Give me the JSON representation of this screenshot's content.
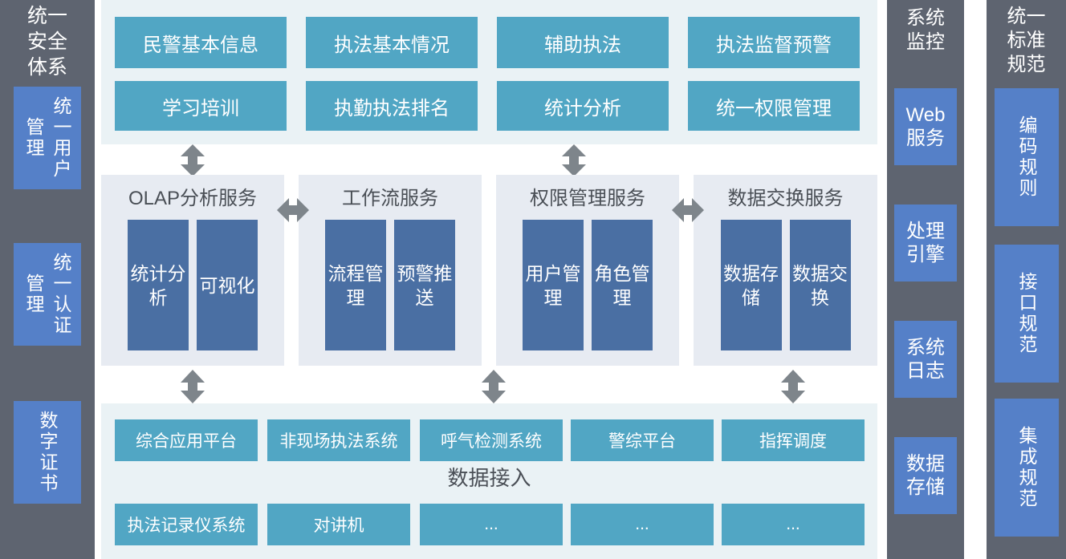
{
  "left_column": {
    "title": "统一\n安全\n体系",
    "boxes": [
      {
        "label": "统一用户管理"
      },
      {
        "label": "统一认证管理"
      },
      {
        "label": "数字证书"
      }
    ]
  },
  "monitor_column": {
    "title": "系统\n监控",
    "boxes": [
      {
        "line1": "Web",
        "line2": "服务"
      },
      {
        "line1": "处理",
        "line2": "引擎"
      },
      {
        "line1": "系统",
        "line2": "日志"
      },
      {
        "line1": "数据",
        "line2": "存储"
      }
    ]
  },
  "standard_column": {
    "title": "统一\n标准\n规范",
    "boxes": [
      {
        "label": "编码规则"
      },
      {
        "label": "接口规范"
      },
      {
        "label": "集成规范"
      }
    ]
  },
  "application_layer": {
    "row1": [
      "民警基本信息",
      "执法基本情况",
      "辅助执法",
      "执法监督预警"
    ],
    "row2": [
      "学习培训",
      "执勤执法排名",
      "统计分析",
      "统一权限管理"
    ]
  },
  "service_layer": {
    "panels": [
      {
        "title": "OLAP分析服务",
        "boxes": [
          "统计分析",
          "可视化"
        ]
      },
      {
        "title": "工作流服务",
        "boxes": [
          "流程管理",
          "预警推送"
        ]
      },
      {
        "title": "权限管理服务",
        "boxes": [
          "用户管理",
          "角色管理"
        ]
      },
      {
        "title": "数据交换服务",
        "boxes": [
          "数据存储",
          "数据交换"
        ]
      }
    ]
  },
  "data_layer": {
    "label": "数据接入",
    "row1": [
      "综合应用平台",
      "非现场执法系统",
      "呼气检测系统",
      "警综平台",
      "指挥调度"
    ],
    "row2": [
      "执法记录仪系统",
      "对讲机",
      "...",
      "...",
      "..."
    ]
  },
  "colors": {
    "sidebar_bg": "#5E6470",
    "sidebar_box": "#5580C8",
    "app_box": "#51A6C4",
    "layer_bg": "#EAF2F5",
    "service_panel_bg": "#E7EBF2",
    "service_box": "#4A6FA3",
    "arrow": "#7E858B",
    "title_text": "#4A4F56"
  }
}
